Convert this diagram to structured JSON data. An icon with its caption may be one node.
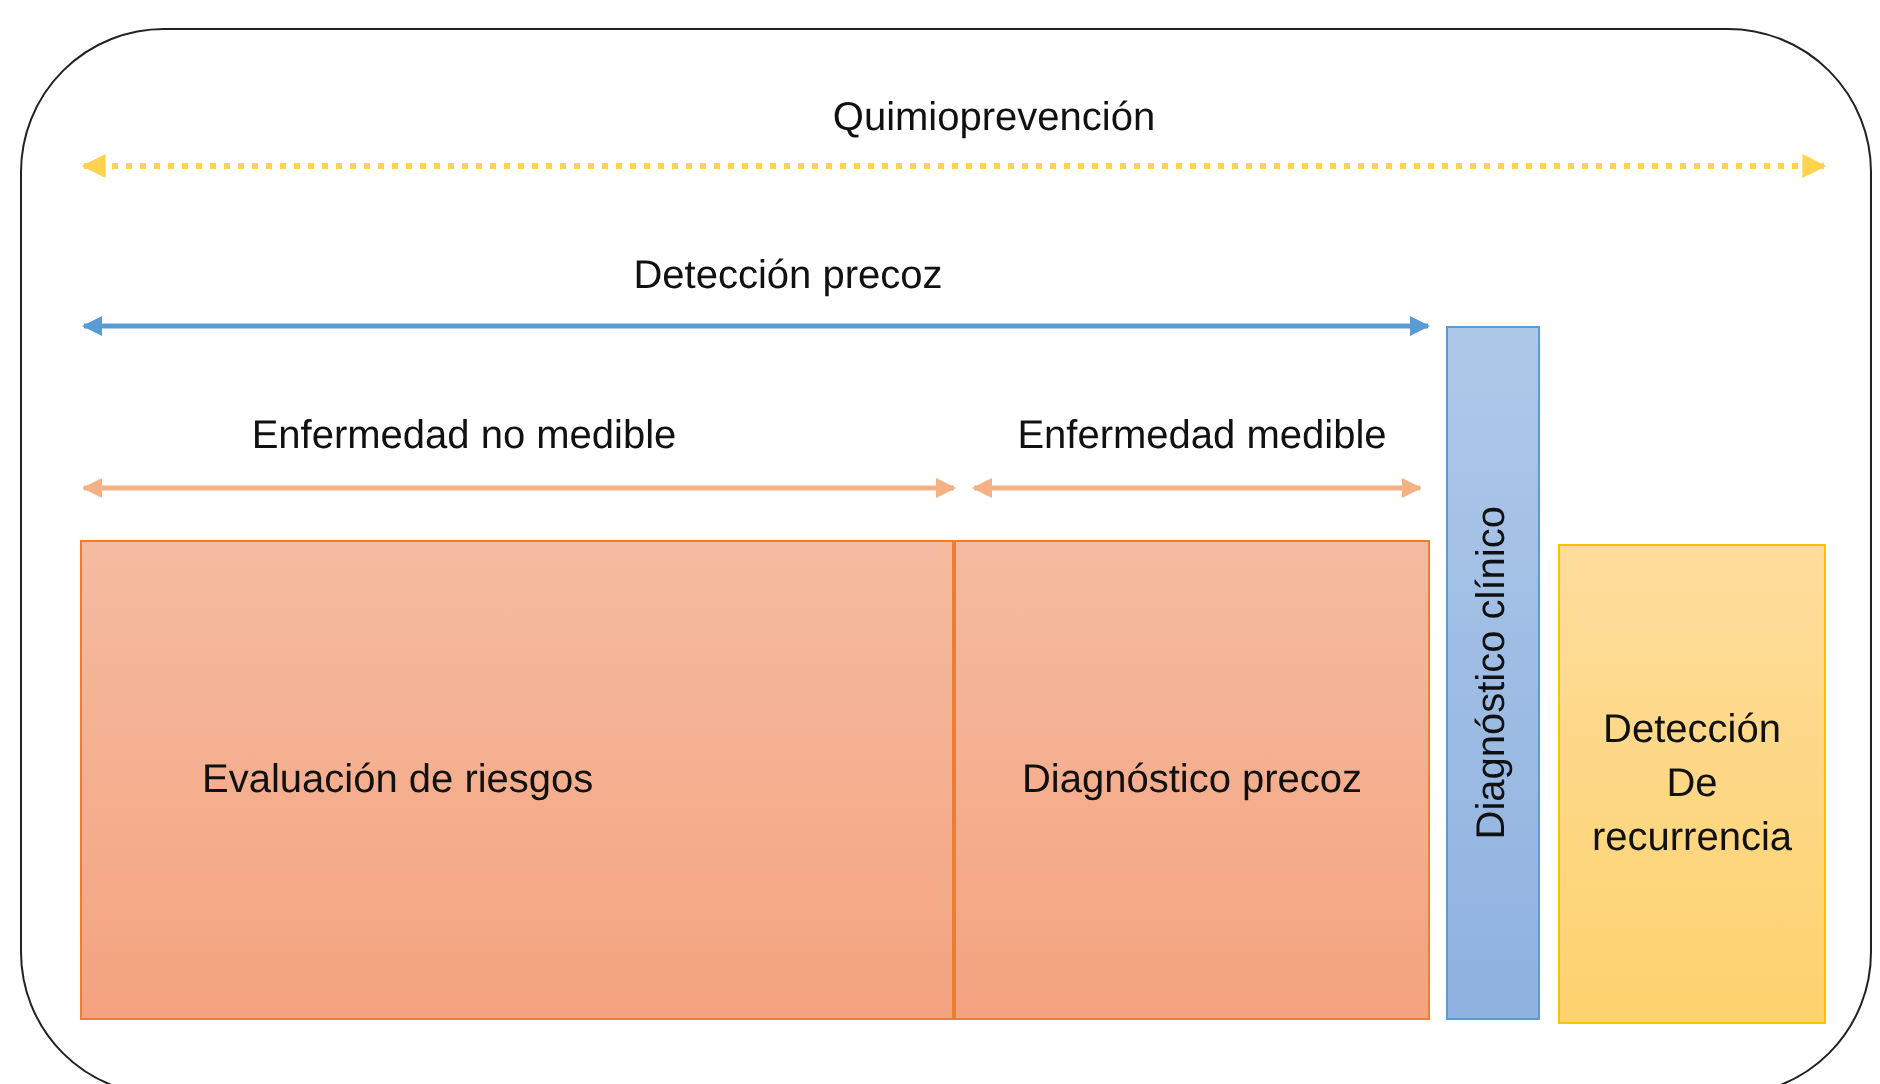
{
  "diagram": {
    "nodes": [
      {
        "text": [],
        "shape": "box"
      },
      {
        "text": [
          "Evaluación de riesgos"
        ],
        "in": 0
      },
      {
        "text": [
          "Diagnóstico precoz"
        ],
        "in": 0
      },
      {
        "text": [
          "Diagnóstico clínico"
        ],
        "in": 0
      },
      {
        "text": [
          "Detección De recurrencia"
        ],
        "in": 0
      }
    ],
    "edges": [],
    "labels": [
      "Quimioprevención",
      "Detección precoz",
      "Enfermedad no medible",
      "Enfermedad medible"
    ]
  }
}
